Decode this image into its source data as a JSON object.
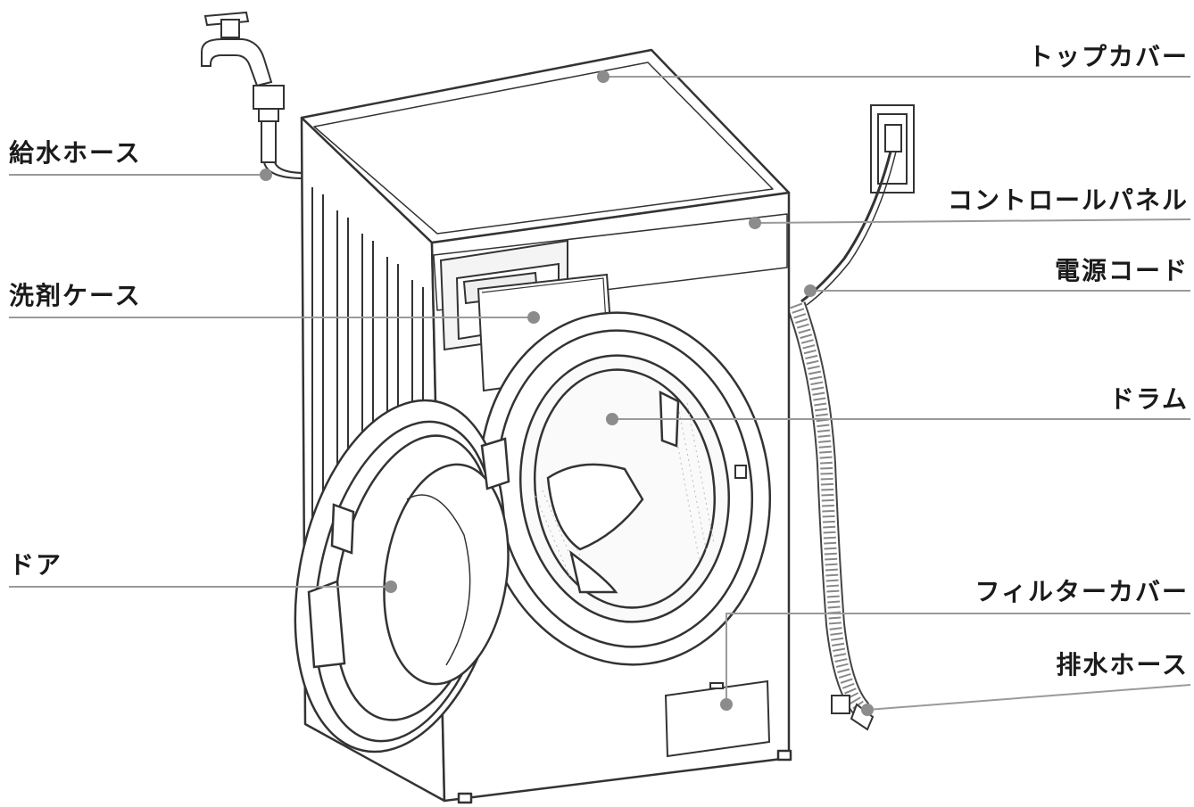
{
  "labels": {
    "top_cover": "トップカバー",
    "water_hose": "給水ホース",
    "control_panel": "コントロールパネル",
    "power_cord": "電源コード",
    "detergent_case": "洗剤ケース",
    "drum": "ドラム",
    "door": "ドア",
    "filter_cover": "フィルターカバー",
    "drain_hose": "排水ホース"
  },
  "colors": {
    "leader_line": "#9a9a9a",
    "marker_dot": "#8c8c8c",
    "outline": "#333333"
  }
}
